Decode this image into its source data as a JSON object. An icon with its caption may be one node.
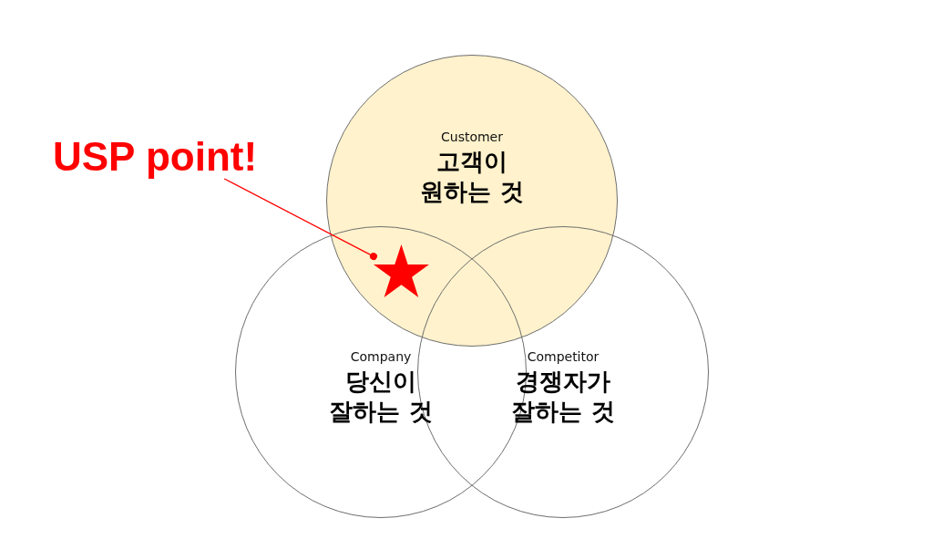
{
  "diagram": {
    "nodes": [
      {
        "text": [
          "Customer",
          "고객이 원하는 것"
        ]
      },
      {
        "text": [
          "Company",
          "당신이 잘하는 것"
        ]
      },
      {
        "text": [
          "Competitor",
          "경쟁자가 잘하는 것"
        ]
      },
      {
        "text": [
          "USP point!"
        ]
      },
      {
        "text": [],
        "shape": "star"
      }
    ],
    "edges": [
      {
        "from": 3,
        "to": 4,
        "arrow": "other",
        "color": "#ff0000"
      }
    ]
  }
}
